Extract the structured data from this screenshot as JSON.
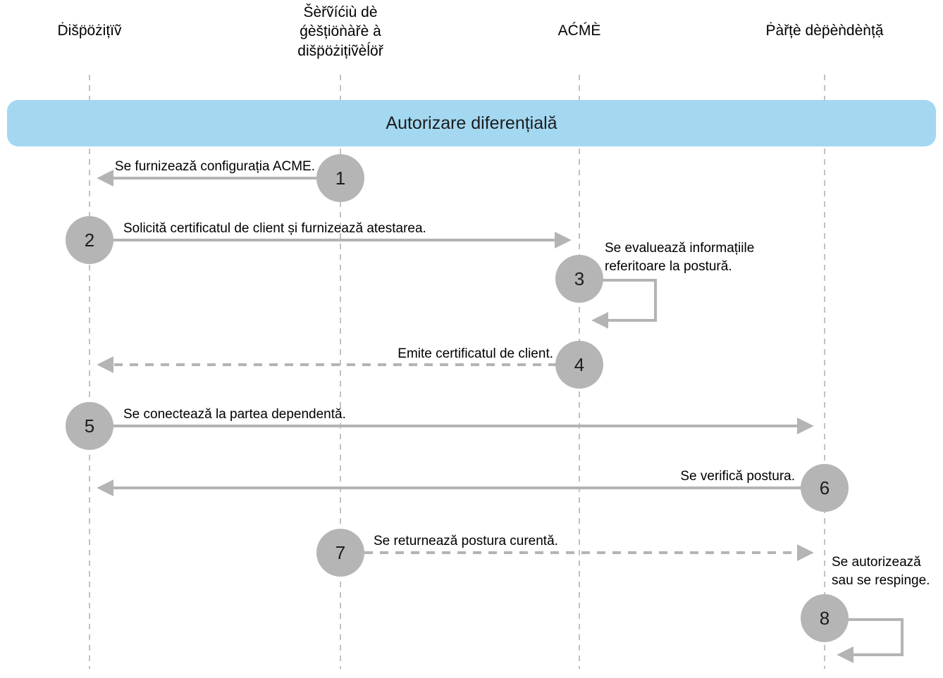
{
  "colors": {
    "banner-bg": "#a3d8f0",
    "arrow": "#b4b4b4",
    "circle-bg": "#b5b5b5",
    "lifeline": "#c2c2c2",
    "text": "#000000"
  },
  "diagram": {
    "title": "Autorizare diferențială",
    "actors": [
      {
        "id": "device",
        "label": "Ḋišp̈öżițïṽ"
      },
      {
        "id": "mdm-service",
        "label": "Šèřṽíćiù dè\nǵèšțiöǹàřè à\ndišp̈öżițiṽèĺöř"
      },
      {
        "id": "acme",
        "label": "AĆḾÈ"
      },
      {
        "id": "relying-party",
        "label": "Ṗàřțè dèp̈èǹdèǹțặ"
      }
    ],
    "steps": [
      {
        "num": "1",
        "label": "Se furnizează configurația ACME.",
        "from": "mdm-service",
        "to": "device",
        "style": "solid"
      },
      {
        "num": "2",
        "label": "Solicită certificatul de client și furnizează atestarea.",
        "from": "device",
        "to": "acme",
        "style": "solid"
      },
      {
        "num": "3",
        "label": "Se evaluează informațiile\nreferitoare la postură.",
        "from": "acme",
        "to": "acme",
        "style": "self-loop"
      },
      {
        "num": "4",
        "label": "Emite certificatul de client.",
        "from": "acme",
        "to": "device",
        "style": "dashed"
      },
      {
        "num": "5",
        "label": "Se conectează la partea dependentă.",
        "from": "device",
        "to": "relying-party",
        "style": "solid"
      },
      {
        "num": "6",
        "label": "Se verifică postura.",
        "from": "relying-party",
        "to": "device",
        "style": "solid"
      },
      {
        "num": "7",
        "label": "Se returnează postura curentă.",
        "from": "mdm-service",
        "to": "relying-party",
        "style": "dashed"
      },
      {
        "num": "8",
        "label": "Se autorizează\nsau se respinge.",
        "from": "relying-party",
        "to": "relying-party",
        "style": "self-loop"
      }
    ]
  }
}
